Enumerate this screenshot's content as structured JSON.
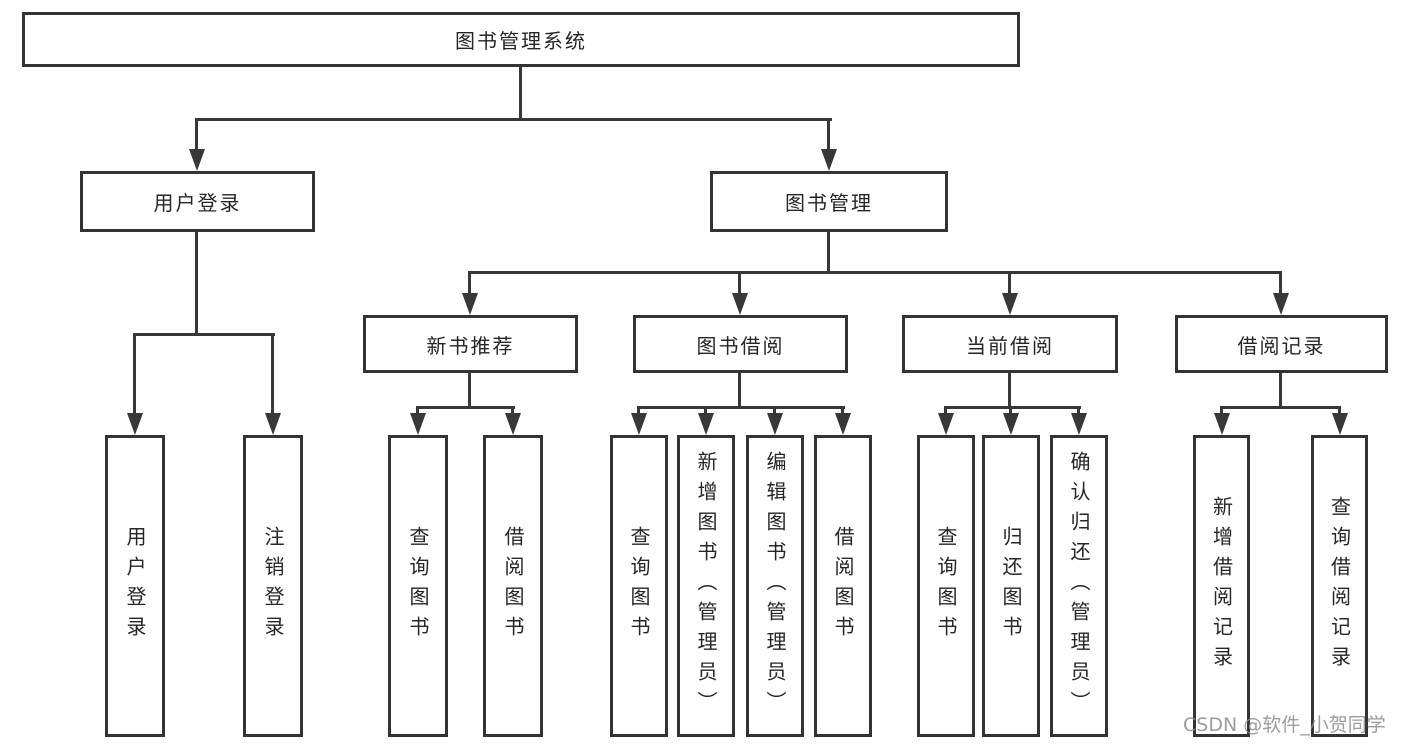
{
  "diagram_title": "图书管理系统",
  "tree": {
    "root": {
      "label": "图书管理系统"
    },
    "children": [
      {
        "label": "用户登录",
        "children": [
          {
            "label": "用户登录"
          },
          {
            "label": "注销登录"
          }
        ]
      },
      {
        "label": "图书管理",
        "children": [
          {
            "label": "新书推荐",
            "children": [
              {
                "label": "查询图书"
              },
              {
                "label": "借阅图书"
              }
            ]
          },
          {
            "label": "图书借阅",
            "children": [
              {
                "label": "查询图书"
              },
              {
                "label": "新增图书（管理员）"
              },
              {
                "label": "编辑图书（管理员）"
              },
              {
                "label": "借阅图书"
              }
            ]
          },
          {
            "label": "当前借阅",
            "children": [
              {
                "label": "查询图书"
              },
              {
                "label": "归还图书"
              },
              {
                "label": "确认归还（管理员）"
              }
            ]
          },
          {
            "label": "借阅记录",
            "children": [
              {
                "label": "新增借阅记录"
              },
              {
                "label": "查询借阅记录"
              }
            ]
          }
        ]
      }
    ]
  },
  "watermark": {
    "text": "CSDN @软件_小贺同学"
  },
  "colors": {
    "line": "#383838",
    "box_border": "#333333",
    "text": "#262626",
    "background": "#ffffff",
    "watermark": "#8c8c8c"
  }
}
